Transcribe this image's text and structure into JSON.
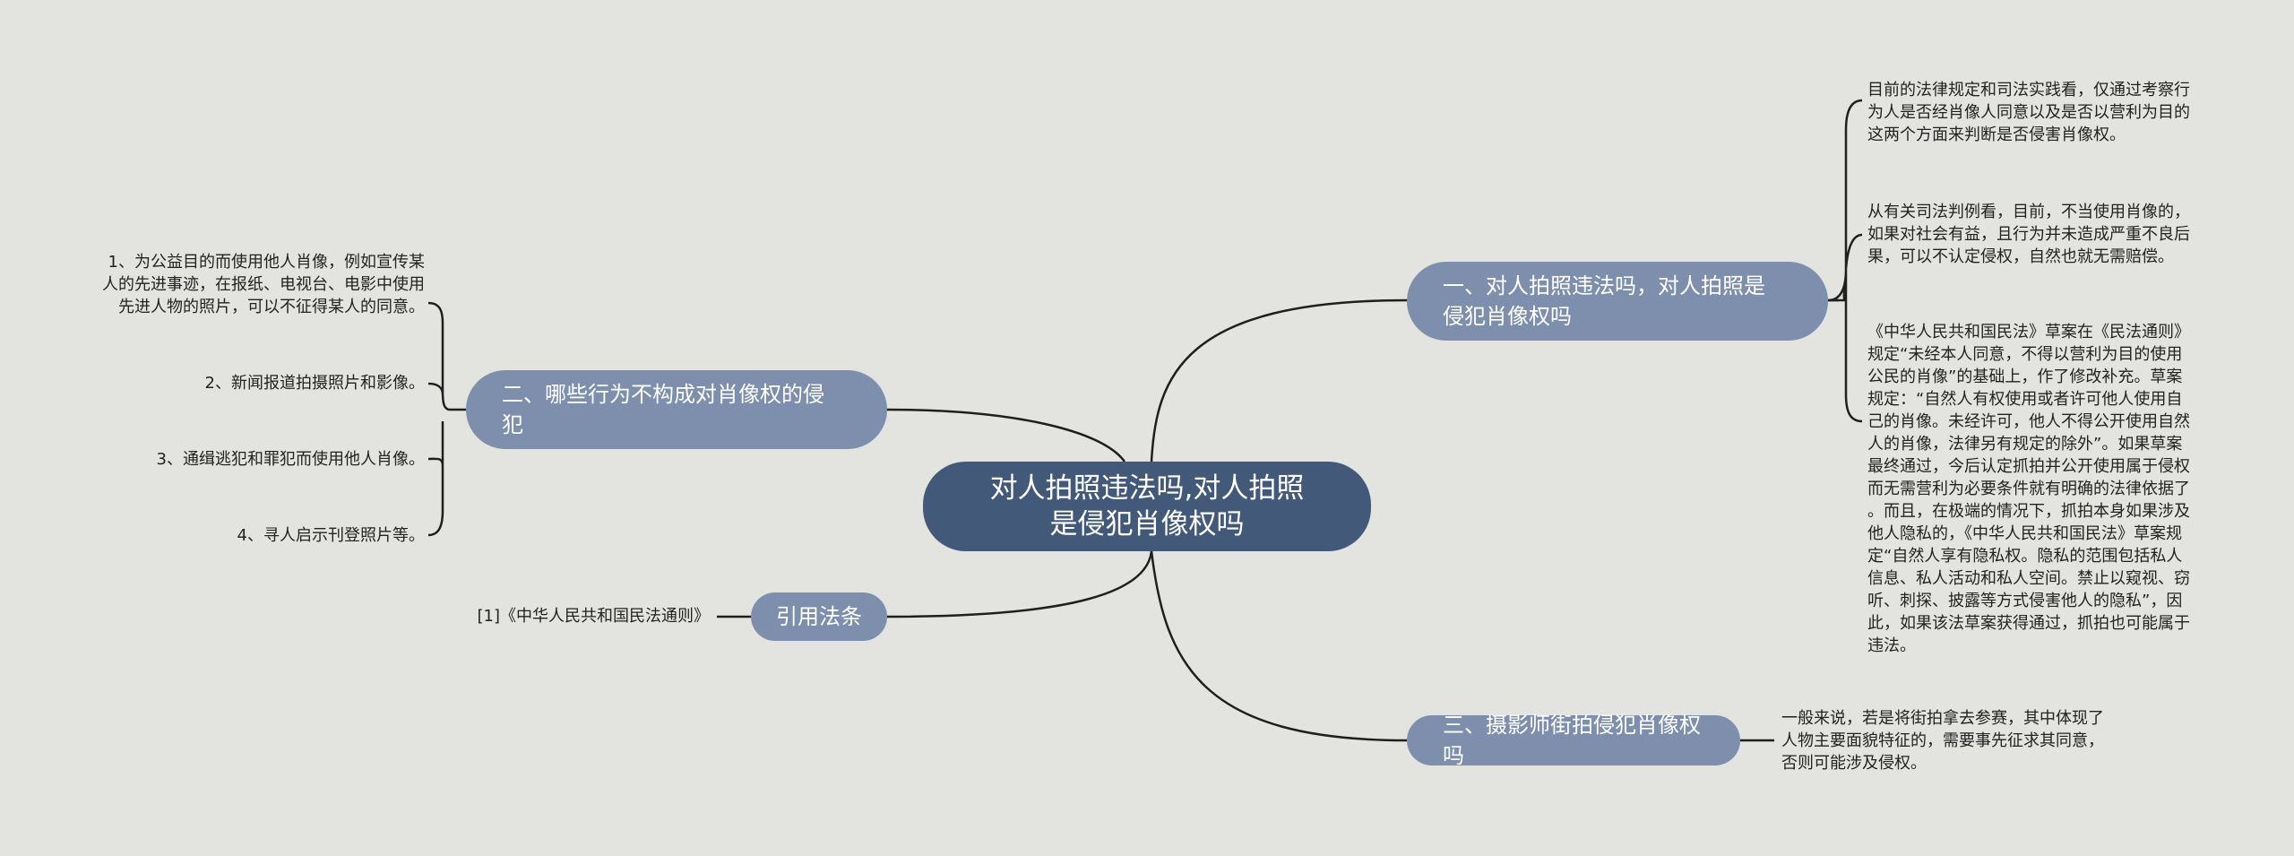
{
  "root": {
    "title": "对人拍照违法吗,对人拍照\n是侵犯肖像权吗"
  },
  "branches": {
    "b1": {
      "label": "一、对人拍照违法吗，对人拍照是\n侵犯肖像权吗"
    },
    "b2": {
      "label": "二、哪些行为不构成对肖像权的侵\n犯"
    },
    "b3": {
      "label": "引用法条"
    },
    "b4": {
      "label": "三、摄影师街拍侵犯肖像权吗"
    }
  },
  "leaves": {
    "b1_1": "目前的法律规定和司法实践看，仅通过考察行\n为人是否经肖像人同意以及是否以营利为目的\n这两个方面来判断是否侵害肖像权。",
    "b1_2": "从有关司法判例看，目前，不当使用肖像的，\n如果对社会有益，且行为并未造成严重不良后\n果，可以不认定侵权，自然也就无需赔偿。",
    "b1_3": "《中华人民共和国民法》草案在《民法通则》\n规定“未经本人同意，不得以营利为目的使用\n公民的肖像”的基础上，作了修改补充。草案\n规定：“自然人有权使用或者许可他人使用自\n己的肖像。未经许可，他人不得公开使用自然\n人的肖像，法律另有规定的除外”。如果草案\n最终通过，今后认定抓拍并公开使用属于侵权\n而无需营利为必要条件就有明确的法律依据了\n。而且，在极端的情况下，抓拍本身如果涉及\n他人隐私的，《中华人民共和国民法》草案规\n定“自然人享有隐私权。隐私的范围包括私人\n信息、私人活动和私人空间。禁止以窥视、窃\n听、刺探、披露等方式侵害他人的隐私”，因\n此，如果该法草案获得通过，抓拍也可能属于\n违法。",
    "b2_1": "1、为公益目的而使用他人肖像，例如宣传某\n人的先进事迹，在报纸、电视台、电影中使用\n先进人物的照片，可以不征得某人的同意。",
    "b2_2": "2、新闻报道拍摄照片和影像。",
    "b2_3": "3、通缉逃犯和罪犯而使用他人肖像。",
    "b2_4": "4、寻人启示刊登照片等。",
    "b3_1": "[1]《中华人民共和国民法通则》",
    "b4_1": "一般来说，若是将街拍拿去参赛，其中体现了\n人物主要面貌特征的，需要事先征求其同意，\n否则可能涉及侵权。"
  },
  "colors": {
    "background": "#e3e3df",
    "root_fill": "#43597a",
    "branch_fill": "#7d8fad",
    "line": "#1f1f1f"
  }
}
